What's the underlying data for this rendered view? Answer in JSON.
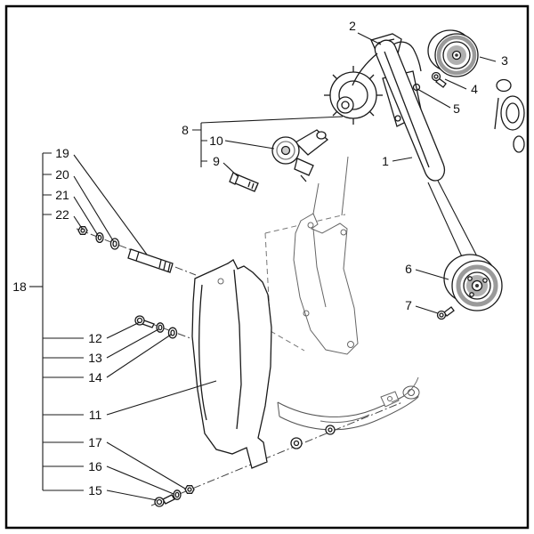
{
  "diagram": {
    "type": "exploded-parts-diagram",
    "colors": {
      "line": "#1a1a1a",
      "light_line": "#666666",
      "shade": "#b0b0b0",
      "frame_border": "#000000",
      "background": "#ffffff"
    },
    "callouts": {
      "c1": "1",
      "c2": "2",
      "c3": "3",
      "c4": "4",
      "c5": "5",
      "c6": "6",
      "c7": "7",
      "c8": "8",
      "c9": "9",
      "c10": "10",
      "c11": "11",
      "c12": "12",
      "c13": "13",
      "c14": "14",
      "c15": "15",
      "c16": "16",
      "c17": "17",
      "c18": "18",
      "c19": "19",
      "c20": "20",
      "c21": "21",
      "c22": "22"
    }
  }
}
